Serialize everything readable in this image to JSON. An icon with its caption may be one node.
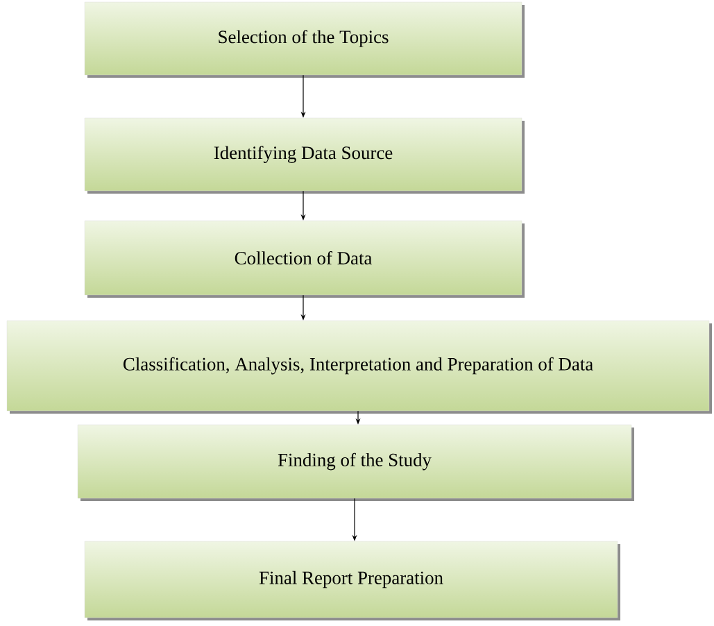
{
  "diagram": {
    "nodes": [
      {
        "text": [
          "Selection of the Topics"
        ]
      },
      {
        "text": [
          "Identifying Data Source"
        ]
      },
      {
        "text": [
          "Collection of Data"
        ]
      },
      {
        "text": [
          "Classification, Analysis, Interpretation and Preparation of Data"
        ]
      },
      {
        "text": [
          "Finding of the Study"
        ]
      },
      {
        "text": [
          "Final Report Preparation"
        ]
      }
    ],
    "edges": [
      {
        "from": 0,
        "to": 1,
        "arrow": "to"
      },
      {
        "from": 1,
        "to": 2,
        "arrow": "to"
      },
      {
        "from": 2,
        "to": 3,
        "arrow": "to"
      },
      {
        "from": 3,
        "to": 4,
        "arrow": "to"
      },
      {
        "from": 4,
        "to": 5,
        "arrow": "to"
      }
    ]
  }
}
